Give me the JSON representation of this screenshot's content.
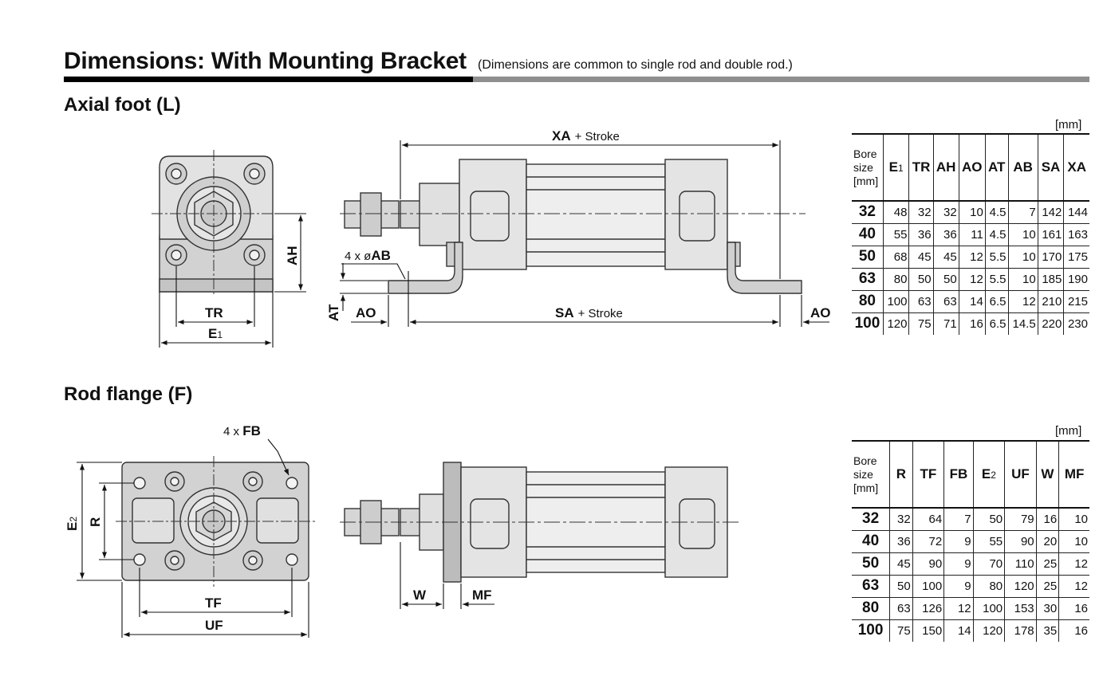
{
  "header": {
    "title": "Dimensions: With Mounting Bracket",
    "subtitle": "(Dimensions are common to single rod and double rod.)"
  },
  "sections": {
    "axial": {
      "title": "Axial foot (L)",
      "unit": "[mm]",
      "labels": {
        "xa": "XA",
        "xa_suffix": "+ Stroke",
        "sa": "SA",
        "sa_suffix": "+ Stroke",
        "ab_prefix": "4 x ø",
        "ab": "AB",
        "ah": "AH",
        "at": "AT",
        "ao_left": "AO",
        "ao_right": "AO",
        "tr": "TR",
        "e1": "E",
        "e1_sub": "1"
      },
      "table": {
        "bore_header": [
          "Bore",
          "size",
          "[mm]"
        ],
        "columns": [
          "E1",
          "TR",
          "AH",
          "AO",
          "AT",
          "AB",
          "SA",
          "XA"
        ],
        "rows": [
          [
            "32",
            "48",
            "32",
            "32",
            "10",
            "4.5",
            "7",
            "142",
            "144"
          ],
          [
            "40",
            "55",
            "36",
            "36",
            "11",
            "4.5",
            "10",
            "161",
            "163"
          ],
          [
            "50",
            "68",
            "45",
            "45",
            "12",
            "5.5",
            "10",
            "170",
            "175"
          ],
          [
            "63",
            "80",
            "50",
            "50",
            "12",
            "5.5",
            "10",
            "185",
            "190"
          ],
          [
            "80",
            "100",
            "63",
            "63",
            "14",
            "6.5",
            "12",
            "210",
            "215"
          ],
          [
            "100",
            "120",
            "75",
            "71",
            "16",
            "6.5",
            "14.5",
            "220",
            "230"
          ]
        ]
      }
    },
    "flange": {
      "title": "Rod flange (F)",
      "unit": "[mm]",
      "labels": {
        "fb_prefix": "4 x ",
        "fb": "FB",
        "e2": "E",
        "e2_sub": "2",
        "r": "R",
        "tf": "TF",
        "uf": "UF",
        "w": "W",
        "mf": "MF"
      },
      "table": {
        "bore_header": [
          "Bore",
          "size",
          "[mm]"
        ],
        "columns": [
          "R",
          "TF",
          "FB",
          "E2",
          "UF",
          "W",
          "MF"
        ],
        "rows": [
          [
            "32",
            "32",
            "64",
            "7",
            "50",
            "79",
            "16",
            "10"
          ],
          [
            "40",
            "36",
            "72",
            "9",
            "55",
            "90",
            "20",
            "10"
          ],
          [
            "50",
            "45",
            "90",
            "9",
            "70",
            "110",
            "25",
            "12"
          ],
          [
            "63",
            "50",
            "100",
            "9",
            "80",
            "120",
            "25",
            "12"
          ],
          [
            "80",
            "63",
            "126",
            "12",
            "100",
            "153",
            "30",
            "16"
          ],
          [
            "100",
            "75",
            "150",
            "14",
            "120",
            "178",
            "35",
            "16"
          ]
        ]
      }
    }
  }
}
